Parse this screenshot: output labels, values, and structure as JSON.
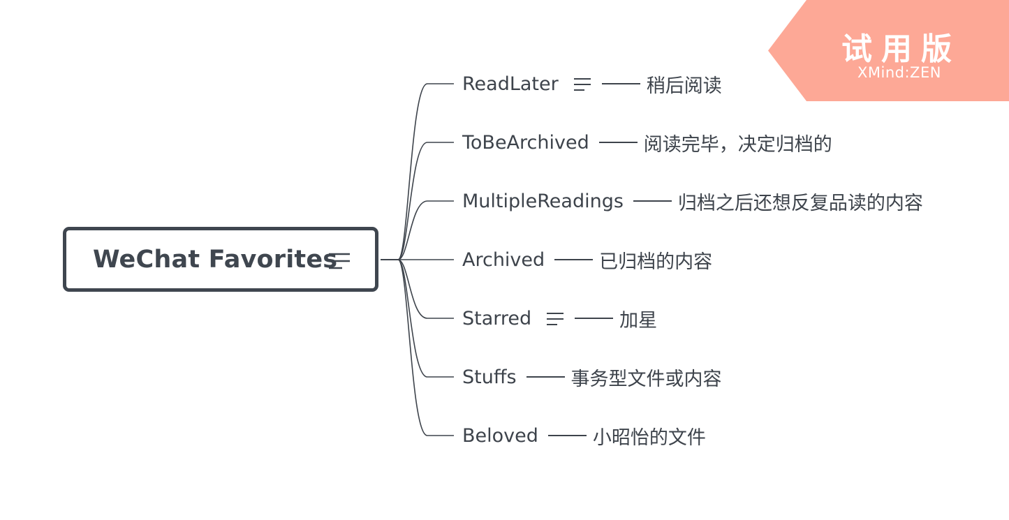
{
  "map": {
    "central_topic": "WeChat Favorites",
    "branches": [
      {
        "label": "ReadLater",
        "notes": true,
        "description": "稍后阅读"
      },
      {
        "label": "ToBeArchived",
        "notes": false,
        "description": "阅读完毕，决定归档的"
      },
      {
        "label": "MultipleReadings",
        "notes": false,
        "description": "归档之后还想反复品读的内容"
      },
      {
        "label": "Archived",
        "notes": false,
        "description": "已归档的内容"
      },
      {
        "label": "Starred",
        "notes": true,
        "description": "加星"
      },
      {
        "label": "Stuffs",
        "notes": false,
        "description": "事务型文件或内容"
      },
      {
        "label": "Beloved",
        "notes": false,
        "description": "小昭怡的文件"
      }
    ]
  },
  "watermark": {
    "title": "试用版",
    "subtitle": "XMind:ZEN",
    "color": "#fda896"
  },
  "colors": {
    "line": "#3d434b",
    "text": "#3d434b",
    "central_border": "#3f464f"
  },
  "icons": {
    "notes": "notes-icon"
  }
}
